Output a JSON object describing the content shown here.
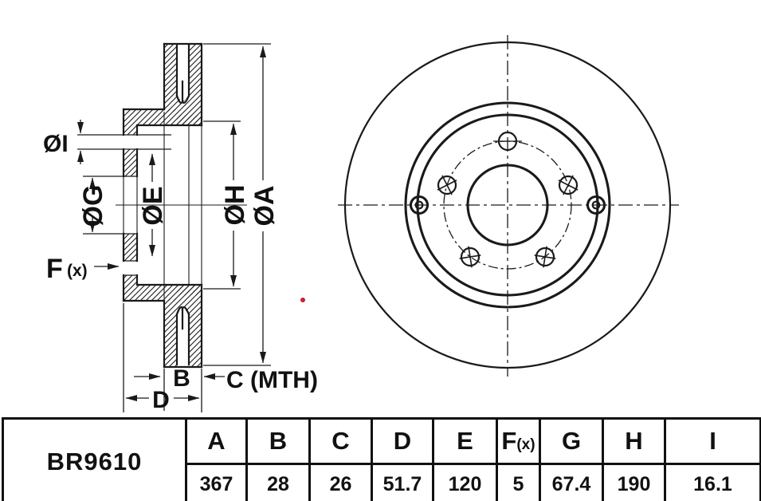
{
  "part": {
    "number": "BR9610"
  },
  "table": {
    "columns": [
      "A",
      "B",
      "C",
      "D",
      "E",
      "F",
      "G",
      "H",
      "I"
    ],
    "fx_suffix": "(x)",
    "values": [
      "367",
      "28",
      "26",
      "51.7",
      "120",
      "5",
      "67.4",
      "190",
      "16.1"
    ]
  },
  "labels": {
    "dia_i": "ØI",
    "dia_g": "ØG",
    "dia_e": "ØE",
    "dia_h": "ØH",
    "dia_a": "ØA",
    "f_main": "F",
    "f_sub": "(x)",
    "b": "B",
    "c": "C (MTH)",
    "d": "D"
  },
  "colors": {
    "ink": "#1a1a1a",
    "red_dot": "#cc2127",
    "background": "#ffffff"
  }
}
